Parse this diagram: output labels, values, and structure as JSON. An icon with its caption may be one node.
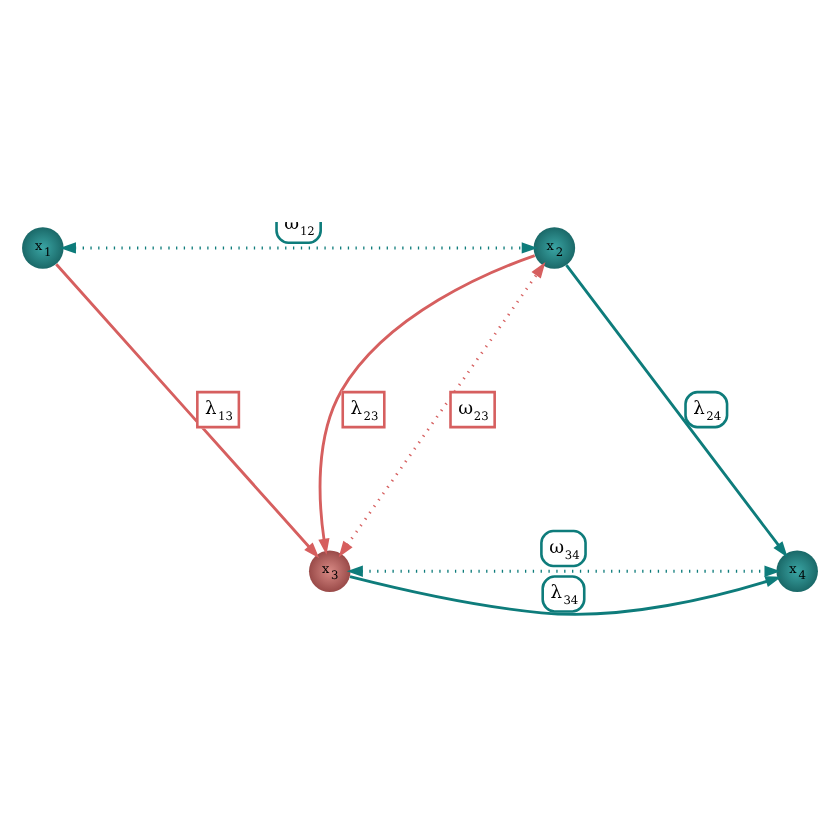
{
  "diagram": {
    "nodes": [
      {
        "text": [
          "x$_{1}$"
        ]
      },
      {
        "text": [
          "x$_{2}$"
        ]
      },
      {
        "text": [
          "x$_{3}$"
        ]
      },
      {
        "text": [
          "x$_{4}$"
        ]
      }
    ],
    "edges": [
      {
        "from": 0,
        "to": 1,
        "arrow": "both",
        "label": "ω$_{12}$",
        "style": "dashed"
      },
      {
        "from": 0,
        "to": 2,
        "arrow": "to",
        "label": "λ$_{13}$",
        "color": "#d65f5f"
      },
      {
        "from": 2,
        "to": 1,
        "arrow": "both",
        "label": "ω$_{23}$",
        "style": "dashed",
        "color": "#d65f5f"
      },
      {
        "from": 1,
        "to": 2,
        "arrow": "to",
        "label": "λ$_{23}$",
        "color": "#d65f5f"
      },
      {
        "from": 1,
        "to": 3,
        "arrow": "to",
        "label": "λ$_{24}$"
      },
      {
        "from": 2,
        "to": 3,
        "arrow": "to",
        "label": "λ$_{34}$"
      },
      {
        "from": 2,
        "to": 3,
        "arrow": "both",
        "label": "ω$_{34}$",
        "style": "dashed"
      }
    ]
  }
}
